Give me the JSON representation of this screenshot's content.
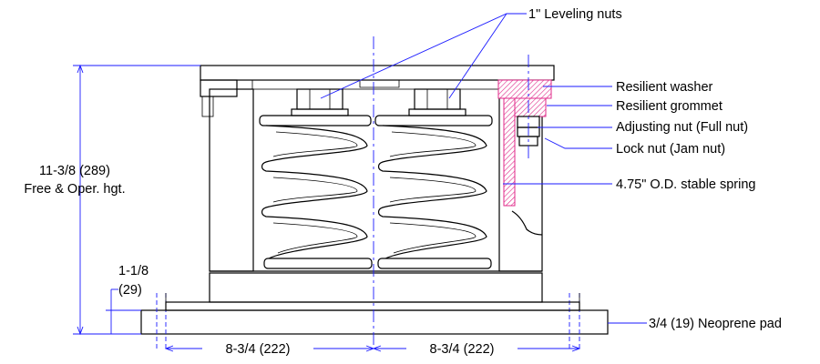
{
  "labels": {
    "leveling_nuts": "1\" Leveling nuts",
    "resilient_washer": "Resilient washer",
    "resilient_grommet": "Resilient grommet",
    "adjusting_nut": "Adjusting nut (Full nut)",
    "lock_nut": "Lock nut (Jam nut)",
    "spring": "4.75\" O.D. stable spring",
    "neoprene_pad": "3/4 (19) Neoprene pad"
  },
  "dimensions": {
    "height_value": "11-3/8 (289)",
    "height_caption": "Free & Oper. hgt.",
    "base_height_top": "1-1/8",
    "base_height_bottom": "(29)",
    "left_span": "8-3/4 (222)",
    "right_span": "8-3/4 (222)"
  },
  "colors": {
    "line": "#000000",
    "dimension": "#1a1aff",
    "pad": "#f4cde0",
    "washer": "#e02a8a"
  }
}
